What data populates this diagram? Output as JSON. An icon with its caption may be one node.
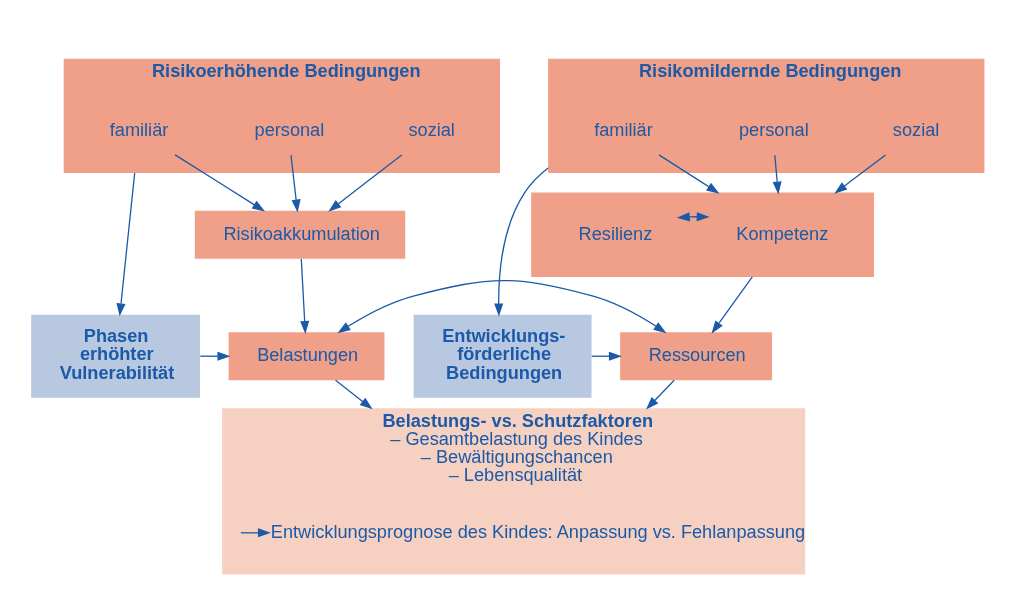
{
  "diagram": {
    "nodes": [
      {
        "text": [
          "Risikoerhöhende Bedingungen"
        ]
      },
      {
        "text": [
          "personal"
        ],
        "in": 0
      },
      {
        "text": [
          "familiär"
        ],
        "in": 0
      },
      {
        "text": [
          "sozial"
        ],
        "in": 0
      },
      {
        "text": [
          "Risikomildernde Bedingungen"
        ]
      },
      {
        "text": [
          "personal"
        ],
        "in": 4
      },
      {
        "text": [
          "familiär"
        ],
        "in": 4
      },
      {
        "text": [
          "sozial"
        ],
        "in": 4
      },
      {
        "text": [
          "Phasen erhöhter Vulnerabilität"
        ]
      },
      {
        "text": [
          "Risikoakkumulation"
        ]
      },
      {
        "text": [],
        "shape": "box"
      },
      {
        "text": [
          "Resilienz"
        ],
        "in": 10
      },
      {
        "text": [
          "Kompetenz"
        ],
        "in": 10
      },
      {
        "text": [
          "Entwicklungs-förderliche Bedingungen"
        ]
      },
      {
        "text": [
          "Belastungen"
        ]
      },
      {
        "text": [
          "Ressourcen"
        ]
      },
      {
        "text": [
          "Belastungs- vs. Schutzfaktoren",
          "– Gesamtbelastung des Kindes",
          "– Bewältigungschancen",
          "– Lebensqualität"
        ]
      },
      {
        "text": [
          "Entwicklungsprognose des Kindes: Anpassung vs. Fehlanpassung"
        ],
        "in": 16
      }
    ],
    "edges": [
      {
        "from": 0,
        "to": 8,
        "arrow": "to"
      },
      {
        "from": 1,
        "to": 9,
        "arrow": "to"
      },
      {
        "from": 2,
        "to": 9,
        "arrow": "to"
      },
      {
        "from": 3,
        "to": 9,
        "arrow": "to"
      },
      {
        "from": 5,
        "to": 10,
        "arrow": "to"
      },
      {
        "from": 6,
        "to": 10,
        "arrow": "to"
      },
      {
        "from": 7,
        "to": 10,
        "arrow": "to"
      },
      {
        "from": 4,
        "to": 13,
        "arrow": "to"
      },
      {
        "from": 11,
        "to": 12,
        "arrow": "both"
      },
      {
        "from": 9,
        "to": 14,
        "arrow": "to"
      },
      {
        "from": 10,
        "to": 15,
        "arrow": "to"
      },
      {
        "from": 8,
        "to": 14,
        "arrow": "to"
      },
      {
        "from": 13,
        "to": 15,
        "arrow": "to"
      },
      {
        "from": 14,
        "to": 15,
        "arrow": "both"
      },
      {
        "from": 14,
        "to": 16,
        "arrow": "to"
      },
      {
        "from": 15,
        "to": 16,
        "arrow": "to"
      },
      {
        "from": null,
        "to": 17,
        "arrow": "to"
      }
    ]
  }
}
